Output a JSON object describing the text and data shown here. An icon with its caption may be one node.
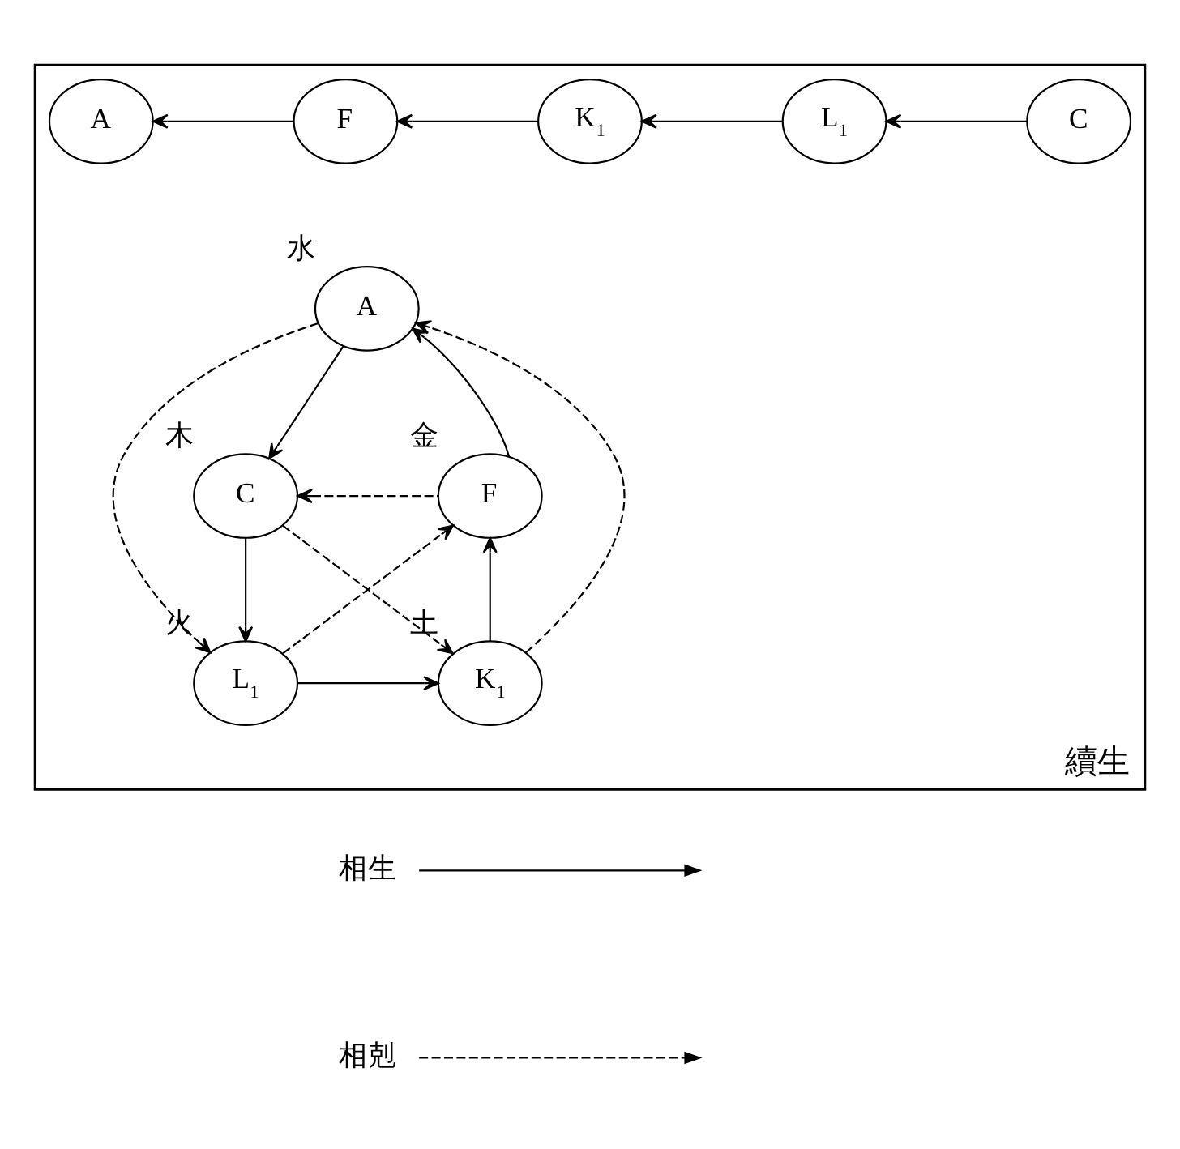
{
  "diagram": {
    "nodes": [
      {
        "text": [
          "續生"
        ]
      },
      {
        "text": [
          "A"
        ],
        "in": 0
      },
      {
        "text": [
          "F"
        ],
        "in": 0
      },
      {
        "text": [
          "K$_{1}$"
        ],
        "in": 0
      },
      {
        "text": [
          "L$_{1}$"
        ],
        "in": 0
      },
      {
        "text": [
          "C"
        ],
        "in": 0
      },
      {
        "text": [
          "A"
        ],
        "in": 0,
        "beside": [
          "水"
        ]
      },
      {
        "text": [
          "C"
        ],
        "in": 0,
        "beside": [
          "木"
        ]
      },
      {
        "text": [
          "F"
        ],
        "in": 0,
        "beside": [
          "金"
        ]
      },
      {
        "text": [
          "L$_{1}$"
        ],
        "in": 0,
        "beside": [
          "火"
        ]
      },
      {
        "text": [
          "K$_{1}$"
        ],
        "in": 0,
        "beside": [
          "土"
        ]
      }
    ],
    "edges": [
      {
        "from": 2,
        "to": 1,
        "arrow": "to"
      },
      {
        "from": 3,
        "to": 2,
        "arrow": "to"
      },
      {
        "from": 4,
        "to": 3,
        "arrow": "to"
      },
      {
        "from": 5,
        "to": 4,
        "arrow": "to"
      },
      {
        "from": 6,
        "to": 7,
        "arrow": "to"
      },
      {
        "from": 7,
        "to": 9,
        "arrow": "to"
      },
      {
        "from": 9,
        "to": 10,
        "arrow": "to"
      },
      {
        "from": 10,
        "to": 8,
        "arrow": "to"
      },
      {
        "from": 8,
        "to": 6,
        "arrow": "to"
      },
      {
        "from": 6,
        "to": 9,
        "arrow": "to",
        "style": "dashed"
      },
      {
        "from": 10,
        "to": 6,
        "arrow": "to",
        "style": "dashed"
      },
      {
        "from": 8,
        "to": 7,
        "arrow": "to",
        "style": "dashed"
      },
      {
        "from": 7,
        "to": 10,
        "arrow": "to",
        "style": "dashed"
      },
      {
        "from": 9,
        "to": 8,
        "arrow": "to",
        "style": "dashed"
      }
    ],
    "legend": [
      {
        "text": "相生"
      },
      {
        "text": "相剋"
      }
    ]
  }
}
